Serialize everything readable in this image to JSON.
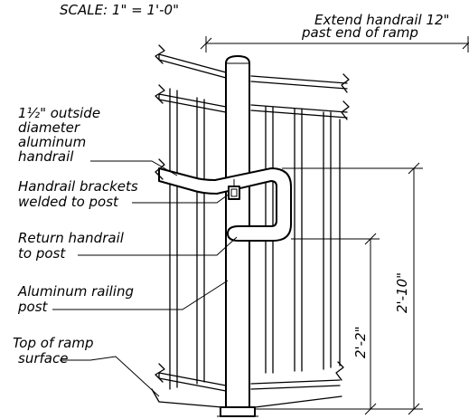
{
  "drawing": {
    "scale": "SCALE: 1\" = 1'-0\"",
    "extend_note": {
      "line1": "Extend handrail 12\"",
      "line2": "past end of ramp"
    },
    "handrail_note": {
      "line1": "1½\" outside",
      "line2": "diameter",
      "line3": "aluminum",
      "line4": "handrail"
    },
    "brackets_note": {
      "line1": "Handrail brackets",
      "line2": "welded to post"
    },
    "return_note": {
      "line1": "Return handrail",
      "line2": "to post"
    },
    "post_note": {
      "line1": "Aluminum railing",
      "line2": "post"
    },
    "ramp_note": {
      "line1": "Top of ramp",
      "line2": "surface"
    },
    "dim_inner": "2'-2\"",
    "dim_outer": "2'-10\""
  }
}
